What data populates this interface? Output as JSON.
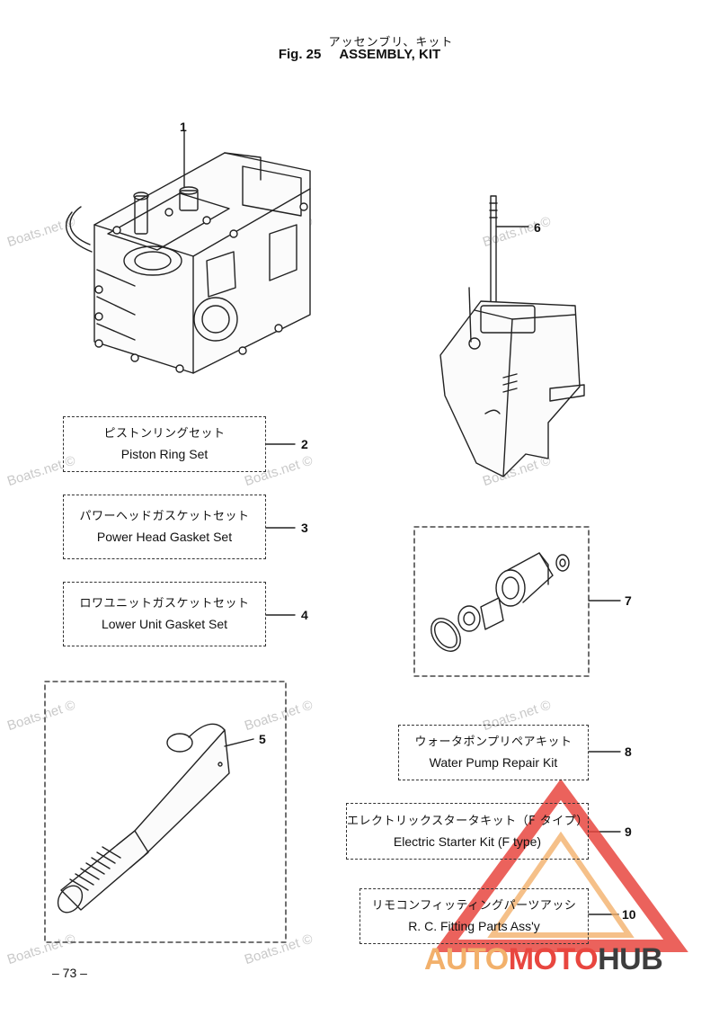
{
  "header": {
    "title_jp": "アッセンブリ、キット",
    "fig_label": "Fig. 25",
    "title_en": "ASSEMBLY, KIT"
  },
  "callouts": [
    "1",
    "2",
    "3",
    "4",
    "5",
    "6",
    "7",
    "8",
    "9",
    "10"
  ],
  "kits": [
    {
      "jp": "ピストンリングセット",
      "en": "Piston Ring Set"
    },
    {
      "jp": "パワーヘッドガスケットセット",
      "en": "Power Head Gasket Set"
    },
    {
      "jp": "ロワユニットガスケットセット",
      "en": "Lower Unit Gasket Set"
    },
    {
      "jp": "ウォータポンプリペアキット",
      "en": "Water Pump Repair Kit"
    },
    {
      "jp": "エレクトリックスタータキット（F タイプ）",
      "en": "Electric Starter Kit (F type)"
    },
    {
      "jp": "リモコンフィッティングパーツアッシ",
      "en": "R. C. Fitting Parts Ass'y"
    }
  ],
  "watermark": "Boats.net ©",
  "page_number": "– 73 –",
  "logo": {
    "part1": "AUTO",
    "part2": "MOTO",
    "part3": "HUB",
    "colors": {
      "orange": "#f2b06b",
      "red": "#e8463f",
      "dark": "#3d3d3d"
    }
  }
}
